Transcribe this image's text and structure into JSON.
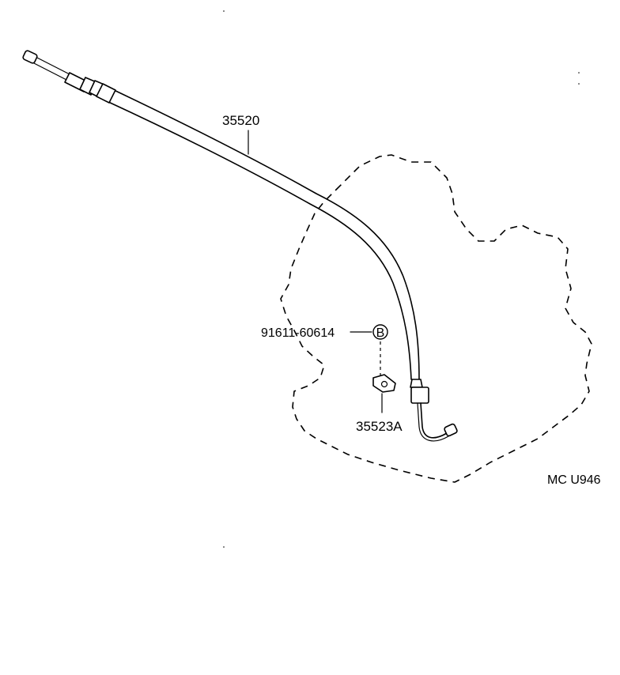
{
  "parts": {
    "cable_label": "35520",
    "bolt_label": "91611-60614",
    "bolt_marker": "B",
    "clamp_label": "35523A"
  },
  "figure_code": "MC U946"
}
